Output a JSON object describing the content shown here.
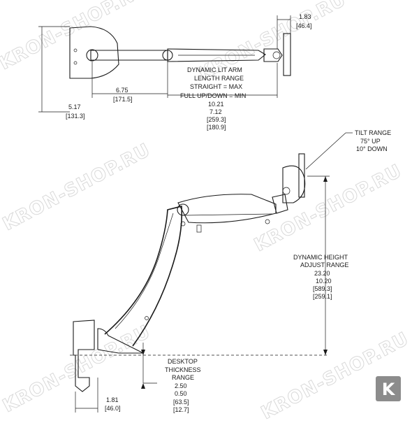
{
  "watermark": "KRON-SHOP.RU",
  "logo_letter": "K",
  "top_view": {
    "depth_inch": "1.83",
    "depth_mm": "[46.4]",
    "offset_inch": "6.75",
    "offset_mm": "[171.5]",
    "clamp_inch": "5.17",
    "clamp_mm": "[131.3]",
    "arm_label": [
      "DYNAMIC LIT ARM",
      "LENGTH RANGE",
      "STRAIGHT = MAX",
      "FULL UP/DOWN = MIN"
    ],
    "arm_values": [
      "10.21",
      "7.12",
      "[259.3]",
      "[180.9]"
    ]
  },
  "side_view": {
    "tilt_label": [
      "TILT RANGE",
      "75° UP",
      "10° DOWN"
    ],
    "height_label": [
      "DYNAMIC HEIGHT",
      "ADJUST RANGE"
    ],
    "height_values": [
      "23.20",
      "10.20",
      "[589.3]",
      "[259.1]"
    ],
    "desk_label": [
      "DESKTOP",
      "THICKNESS",
      "RANGE"
    ],
    "desk_values": [
      "2.50",
      "0.50",
      "[63.5]",
      "[12.7]"
    ],
    "base_inch": "1.81",
    "base_mm": "[46.0]"
  },
  "colors": {
    "line": "#1a1a1a",
    "watermark": "#d9d9d9",
    "logo_bg": "#8c8c8c"
  }
}
